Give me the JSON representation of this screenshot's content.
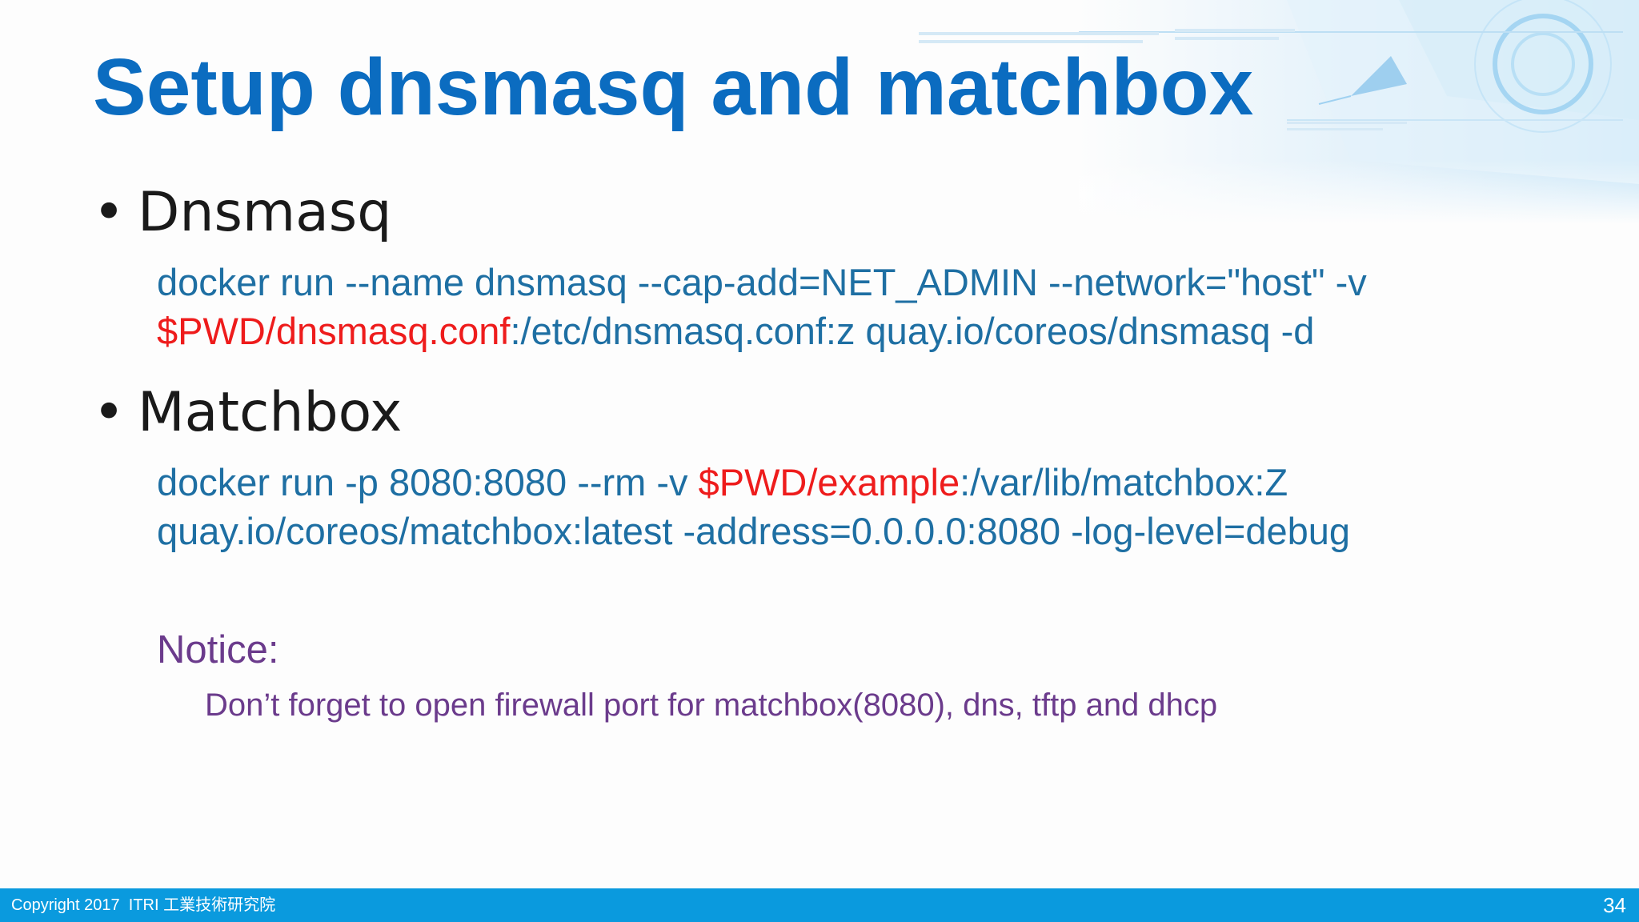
{
  "slide": {
    "title": "Setup dnsmasq and matchbox",
    "bullets": [
      {
        "label": "Dnsmasq",
        "command": {
          "line1": "docker run --name dnsmasq --cap-add=NET_ADMIN --network=\"host\" -v",
          "line2_highlight": "$PWD/dnsmasq.conf",
          "line2_rest": ":/etc/dnsmasq.conf:z quay.io/coreos/dnsmasq -d"
        }
      },
      {
        "label": "Matchbox",
        "command": {
          "line1_start": "docker run -p 8080:8080 --rm -v ",
          "line1_highlight": "$PWD/example",
          "line1_end": ":/var/lib/matchbox:Z",
          "line2": "quay.io/coreos/matchbox:latest -address=0.0.0.0:8080 -log-level=debug"
        }
      }
    ],
    "notice": {
      "title": "Notice:",
      "text": "Don’t forget to open firewall port for matchbox(8080), dns, tftp and dhcp"
    }
  },
  "footer": {
    "copyright": "Copyright 2017  ITRI 工業技術研究院",
    "page_number": "34"
  },
  "colors": {
    "title": "#0b6cc0",
    "command": "#1e6fa3",
    "highlight": "#ee1c1c",
    "notice": "#6b3b8c",
    "footer_bar": "#0a9ade"
  }
}
